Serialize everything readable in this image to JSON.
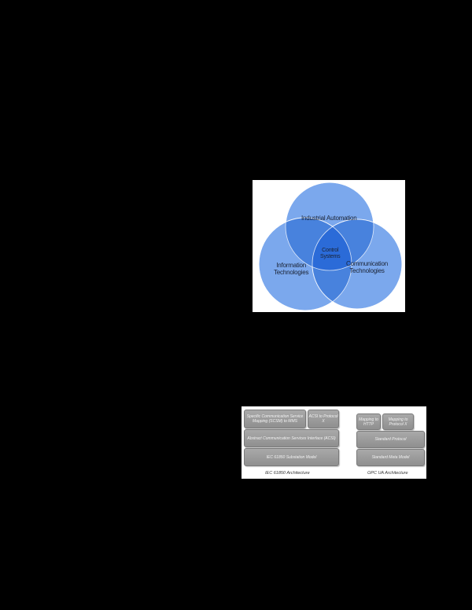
{
  "page": {
    "background": "#000000"
  },
  "venn_figure": {
    "circles": [
      {
        "label": "Industrial Automation",
        "color": "#4a86e8"
      },
      {
        "label": "Information Technologies",
        "color": "#4a86e8"
      },
      {
        "label": "Communication Technologies",
        "color": "#4a86e8"
      }
    ],
    "center_label_line1": "Control",
    "center_label_line2": "Systems",
    "top_label": "Industrial Automation",
    "left_label_line1": "Information",
    "left_label_line2": "Technologies",
    "right_label_line1": "Communication",
    "right_label_line2": "Technologies"
  },
  "architecture_figure": {
    "iec": {
      "caption": "IEC 61850 Architecture",
      "scsm": "Specific Communication Service Mapping (SCSM) to MMS",
      "acsi_protocol_x": "ACSI to Protocol X",
      "acsi": "Abstract Communication Services Interface (ACSI)",
      "model": "IEC 61850 Substation Model"
    },
    "opcua": {
      "caption": "OPC UA Architecture",
      "mapping_http": "Mapping to HTTP",
      "mapping_x": "Mapping to Protocol X",
      "protocol": "Standard Protocol",
      "model": "Standard Meta Model"
    }
  }
}
